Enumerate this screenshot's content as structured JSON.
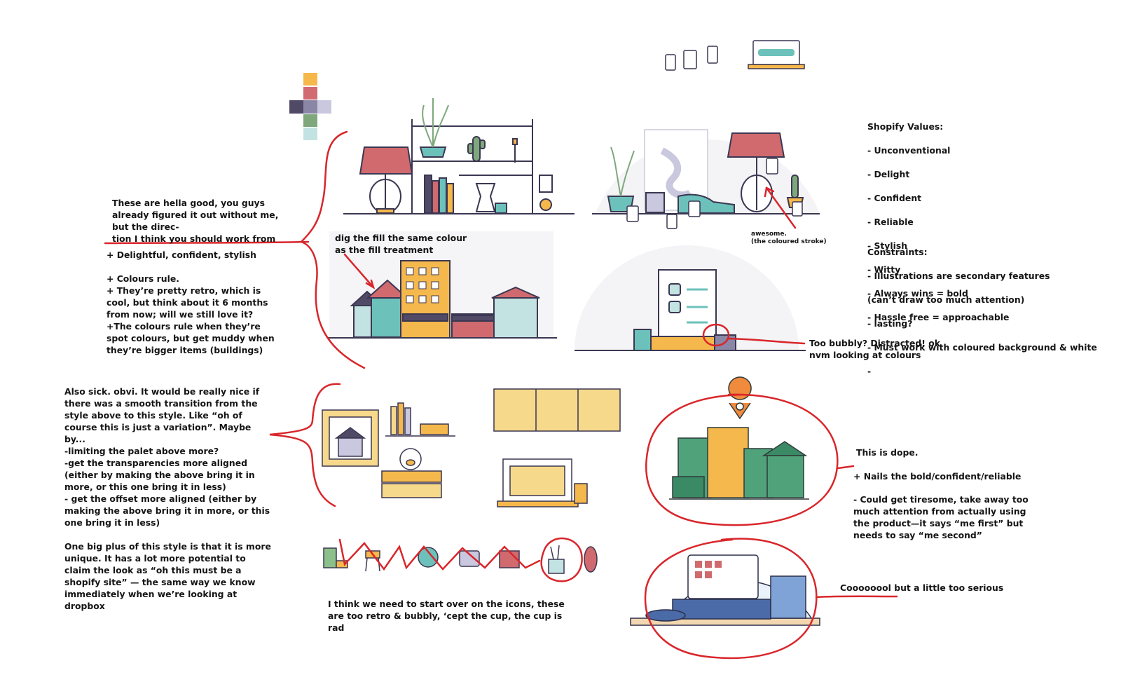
{
  "notes": {
    "top_left_heading": "These are hella good, you guys already figured it out without me, but the direc-\ntion I think you should work from",
    "top_left_body": "+ Delightful, confident, stylish\n\n+ Colours rule.\n+ They’re pretty retro, which is cool, but think about it 6 months from now; will we still love it?\n+The colours rule when they’re spot colours, but get muddy when they’re bigger items (buildings)",
    "fill_note": "dig the fill the same colour\nas the fill treatment",
    "awesome_note": "awesome.\n(the coloured stroke)",
    "bubbly_note": "Too bubbly? Distracted! ok\nnvm looking at colours",
    "middle_left": "Also sick. obvi. It would be really nice if there was a smooth transition from the style above to this style. Like “oh of course this is just a variation”. Maybe by...\n-limiting the palet above more?\n-get the transparencies more aligned (either by making the above bring it in more, or this one bring it in less)\n- get the offset more aligned (either by making the above bring it in more, or this one bring it in less)\n\nOne big plus of this style is that it is more unique. It has a lot more potential to claim the look as “oh this must be a shopify site” — the same way we know immediately when we’re looking at dropbox",
    "dope_title": "This is dope.",
    "dope_plus": "+ Nails the bold/confident/reliable",
    "dope_minus": "- Could get tiresome, take away too much attention from actually using the product—it says “me first” but needs to say “me second”",
    "icons_note": "I think we need to start over on the icons, these are too retro & bubbly, ‘cept the cup, the cup is rad",
    "cool_note": "Coooooool but a little too serious"
  },
  "values": {
    "title": "Shopify Values:",
    "items": [
      "- Unconventional",
      "- Delight",
      "- Confident",
      "- Reliable",
      "- Stylish",
      "- Witty",
      "- Always wins = bold",
      "- Hassle free = approachable"
    ]
  },
  "constraints": {
    "title": "Constraints:",
    "items": [
      "- Illustrations are secondary features",
      "(can’t draw too much attention)",
      "- lasting?",
      "- Must work with coloured background & white",
      "-"
    ]
  },
  "colors": {
    "annotation_red": "#d9262b",
    "palette": [
      "#f7b84b",
      "#d26a72",
      "#504a66",
      "#8a86a6",
      "#c9c8de",
      "#7ea87c",
      "#c3e3e3"
    ],
    "lamp_shade": "#d06a6e",
    "teal": "#6cc1bb",
    "mustard": "#f5b84c",
    "green_building": "#4fa27a",
    "pin_orange": "#f08a3c"
  },
  "icons": [
    "price-tag-icon",
    "price-tag-icon",
    "phone-icon",
    "laptop-icon",
    "cup-icon",
    "chair-icon",
    "globe-icon",
    "camera-icon",
    "photo-icon",
    "pen-cup-icon",
    "horn-icon",
    "map-pin-icon"
  ]
}
